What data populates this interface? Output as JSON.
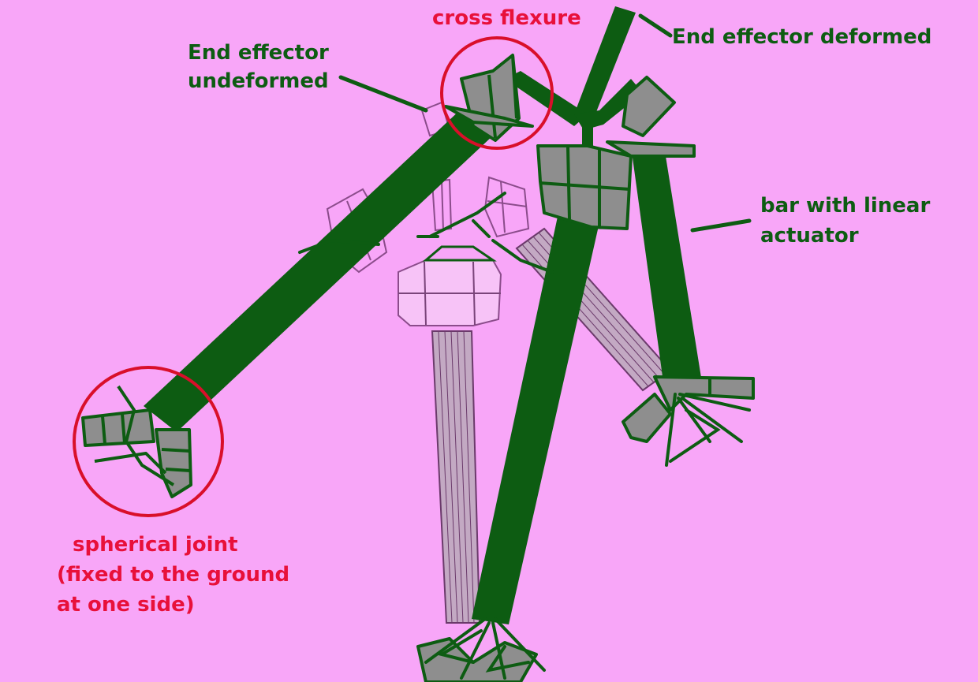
{
  "labels": {
    "cross_flexure": "cross flexure",
    "end_effector_deformed": "End effector deformed",
    "end_effector_undeformed_line1": "End effector",
    "end_effector_undeformed_line2": "undeformed",
    "bar_linear_actuator_line1": "bar with linear",
    "bar_linear_actuator_line2": "actuator",
    "spherical_joint": "spherical joint",
    "fixed_note_line1": "(fixed to the ground",
    "fixed_note_line2": "at one side)"
  },
  "colors": {
    "background": "#f8a6f8",
    "member_green": "#0d5c12",
    "joint_gray": "#8e8e8e",
    "highlight_red": "#d90f2a",
    "undeformed_outline": "#6b3a6b"
  }
}
